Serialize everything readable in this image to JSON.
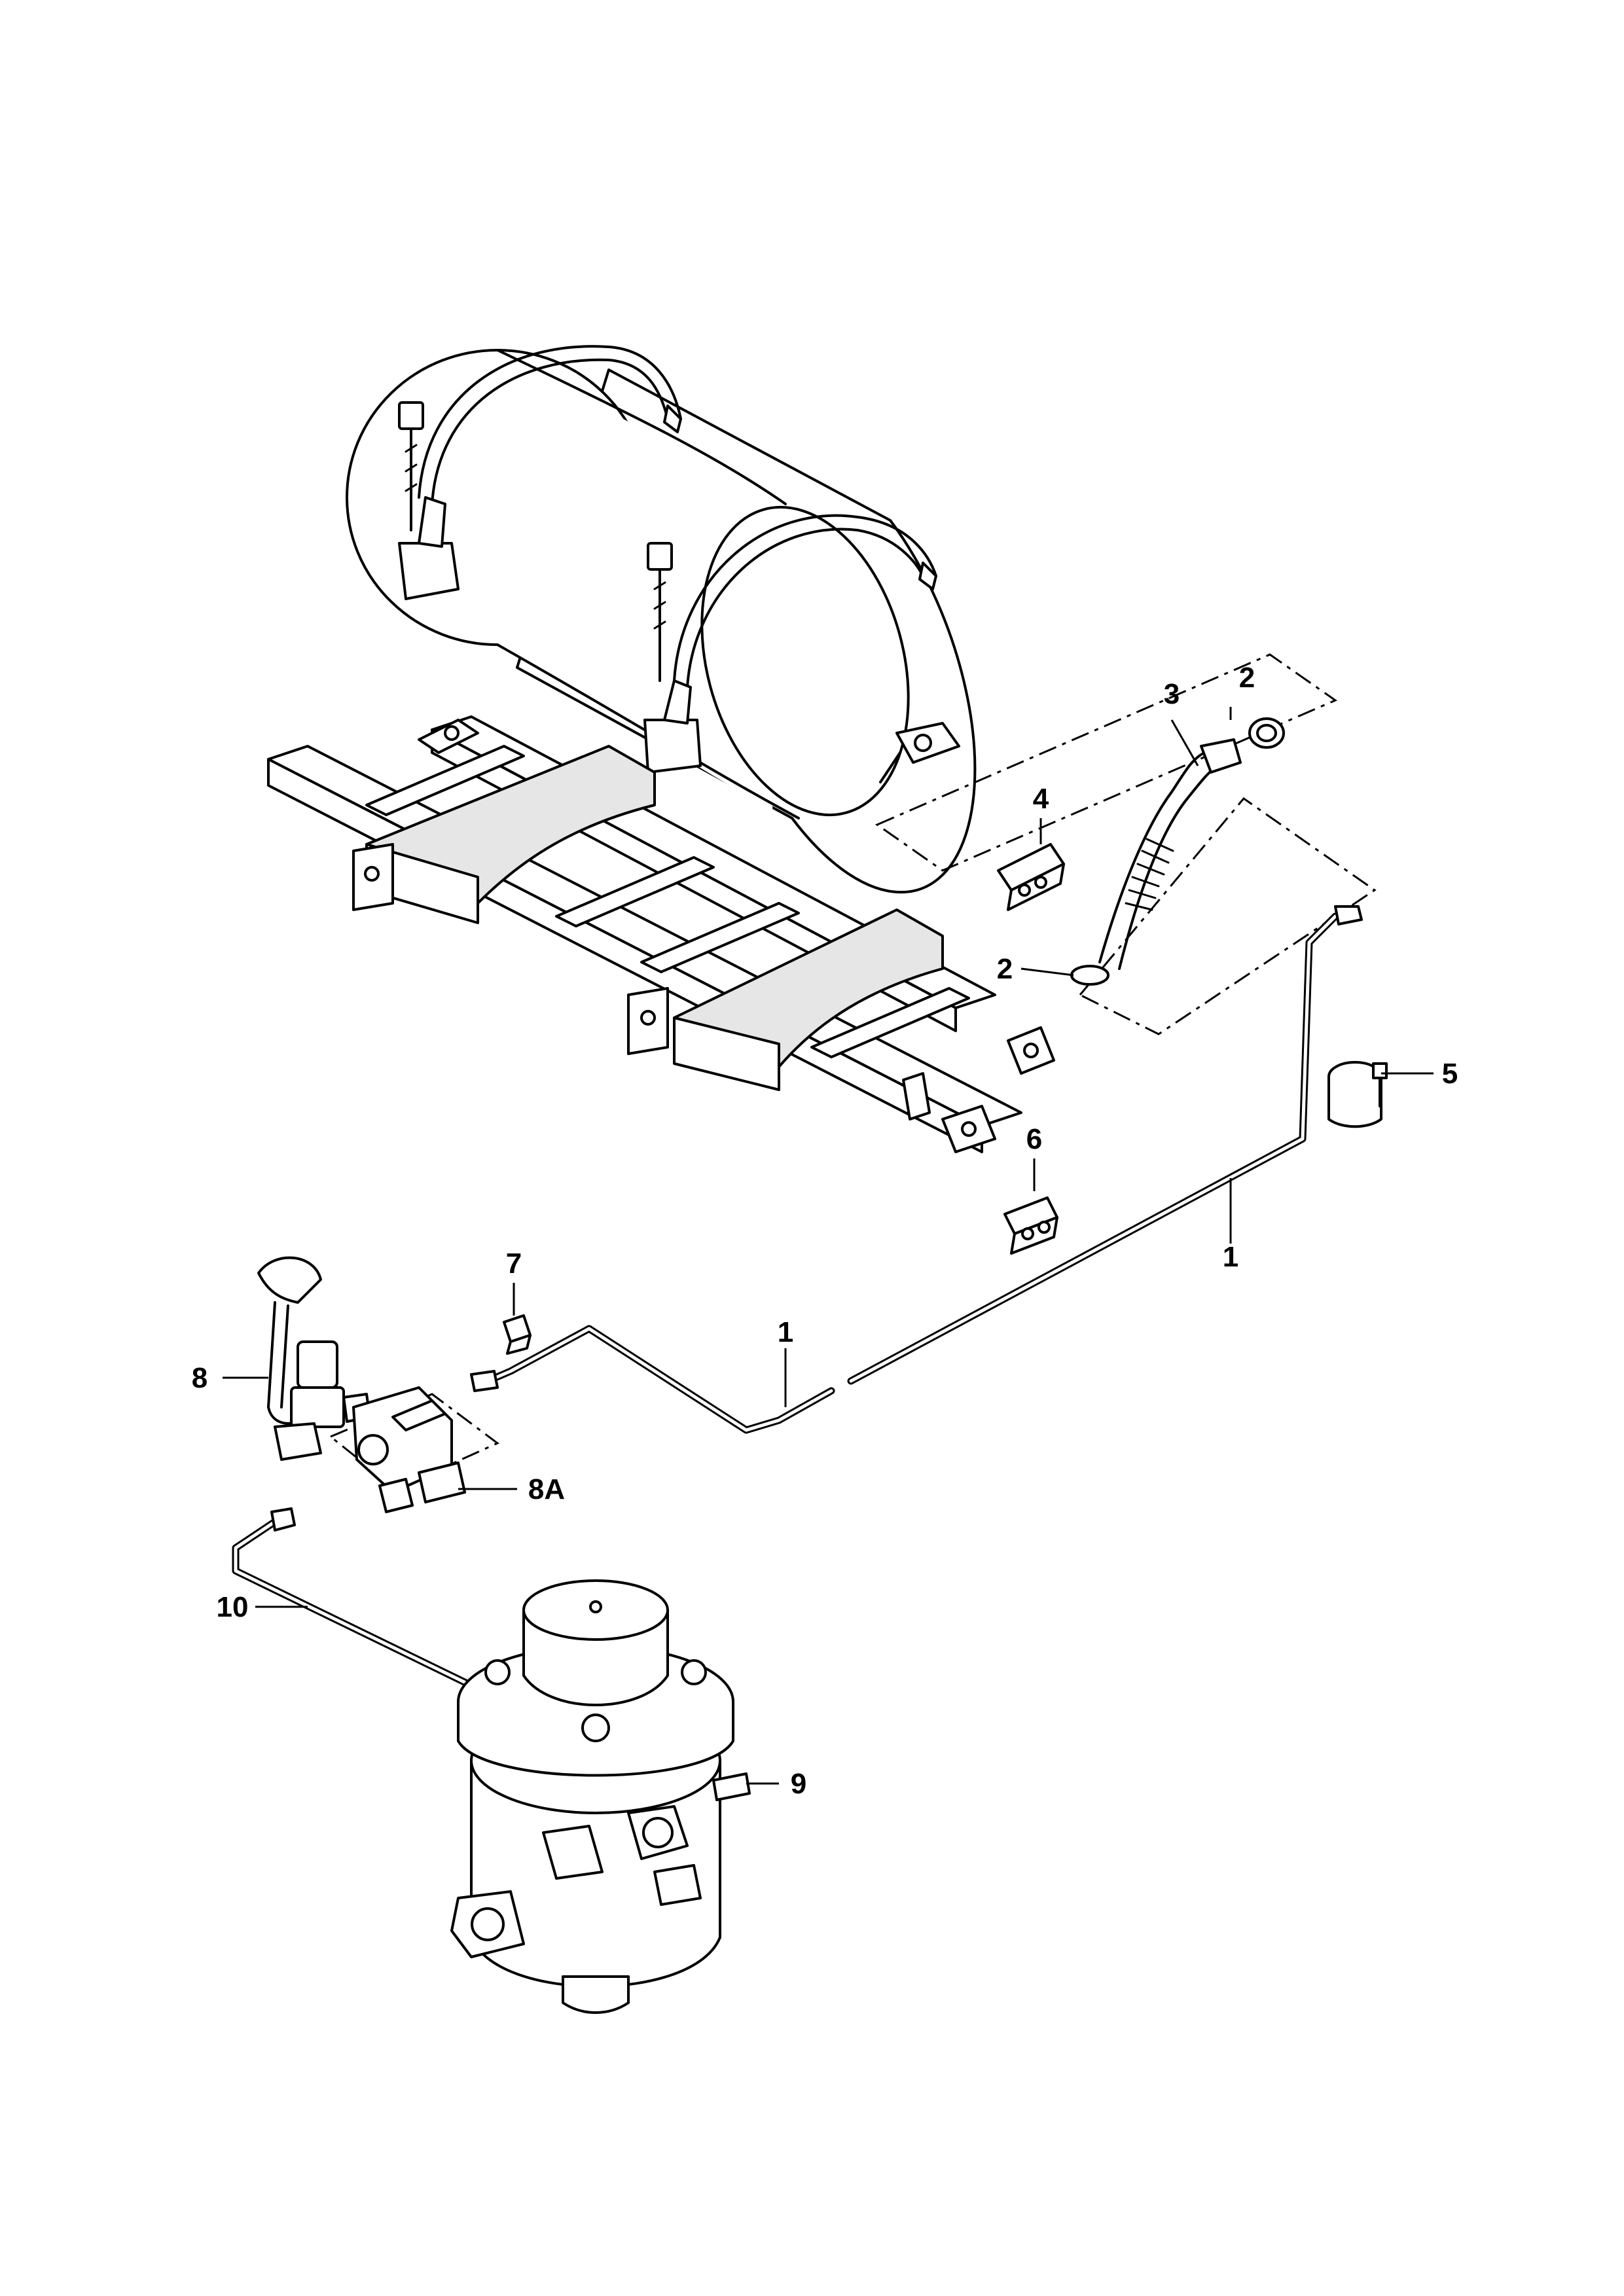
{
  "diagram": {
    "type": "exploded parts diagram",
    "callouts": [
      {
        "id": "c1a",
        "label": "1"
      },
      {
        "id": "c1b",
        "label": "1"
      },
      {
        "id": "c2a",
        "label": "2"
      },
      {
        "id": "c2b",
        "label": "2"
      },
      {
        "id": "c3",
        "label": "3"
      },
      {
        "id": "c4",
        "label": "4"
      },
      {
        "id": "c5",
        "label": "5"
      },
      {
        "id": "c6",
        "label": "6"
      },
      {
        "id": "c7",
        "label": "7"
      },
      {
        "id": "c8",
        "label": "8"
      },
      {
        "id": "c8a",
        "label": "8A"
      },
      {
        "id": "c9",
        "label": "9"
      },
      {
        "id": "c10",
        "label": "10"
      }
    ]
  }
}
